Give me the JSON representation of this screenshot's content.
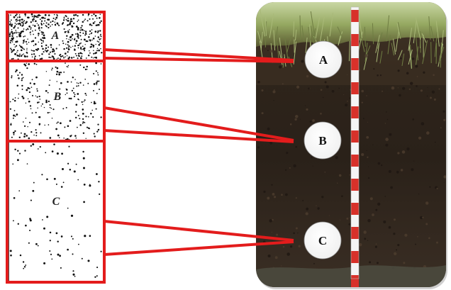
{
  "diagram": {
    "horizons": [
      {
        "key": "A",
        "sketch_label": "A",
        "photo_label": "A"
      },
      {
        "key": "B",
        "sketch_label": "B",
        "photo_label": "B"
      },
      {
        "key": "C",
        "sketch_label": "C",
        "photo_label": "C"
      }
    ],
    "colors": {
      "frame_red": "#e31c1c",
      "soil_dark": "#2b2119",
      "soil_mid": "#3d3026",
      "grass": "#8aa05a",
      "ruler_red": "#d8312a",
      "ruler_white": "#f5f5f5",
      "dot": "#111111"
    },
    "icons": {
      "soil_photo": "soil-profile-photo",
      "sketch": "soil-column-sketch"
    }
  }
}
